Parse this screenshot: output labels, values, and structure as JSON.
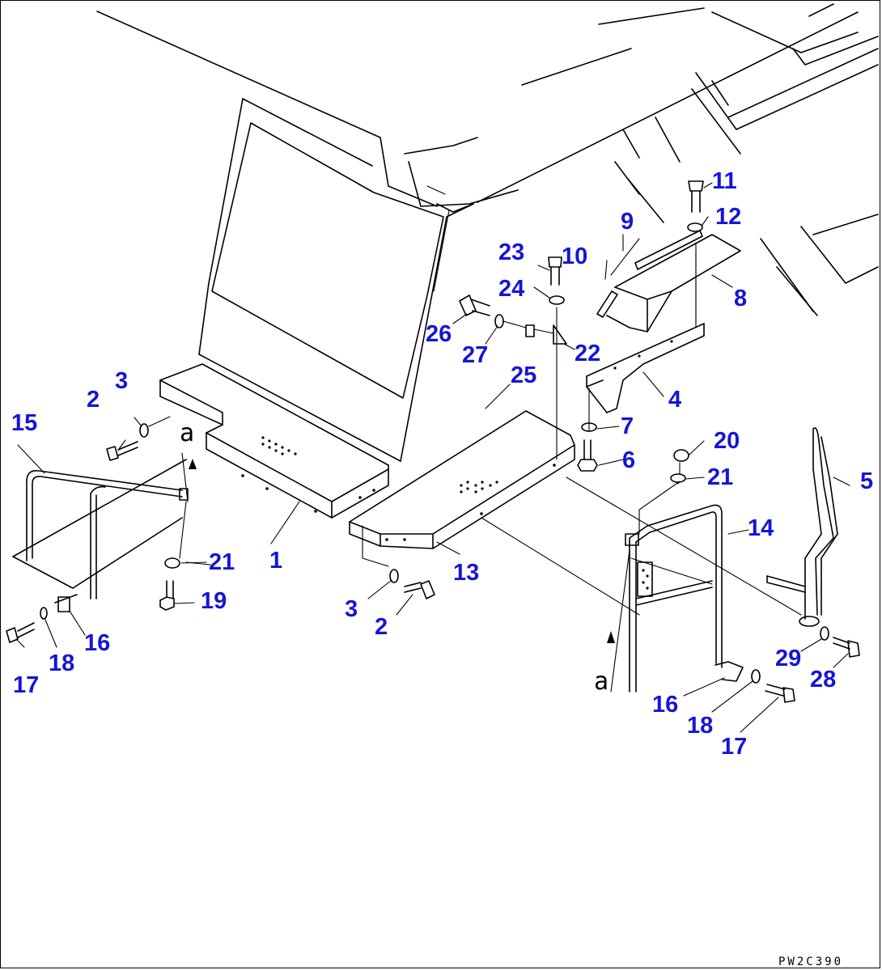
{
  "drawing": {
    "code": "PW2C390",
    "ref_letter": "a"
  },
  "part_numbers": {
    "p1": "1",
    "p2a": "2",
    "p2b": "2",
    "p3a": "3",
    "p3b": "3",
    "p4": "4",
    "p5": "5",
    "p6": "6",
    "p7": "7",
    "p8": "8",
    "p9": "9",
    "p10": "10",
    "p11": "11",
    "p12": "12",
    "p13": "13",
    "p14": "14",
    "p15": "15",
    "p16a": "16",
    "p16b": "16",
    "p17a": "17",
    "p17b": "17",
    "p18a": "18",
    "p18b": "18",
    "p19": "19",
    "p20": "20",
    "p21a": "21",
    "p21b": "21",
    "p22": "22",
    "p23": "23",
    "p24": "24",
    "p25": "25",
    "p26": "26",
    "p27": "27",
    "p28": "28",
    "p29": "29"
  },
  "colors": {
    "label": "#1515d8",
    "line": "#000000"
  }
}
